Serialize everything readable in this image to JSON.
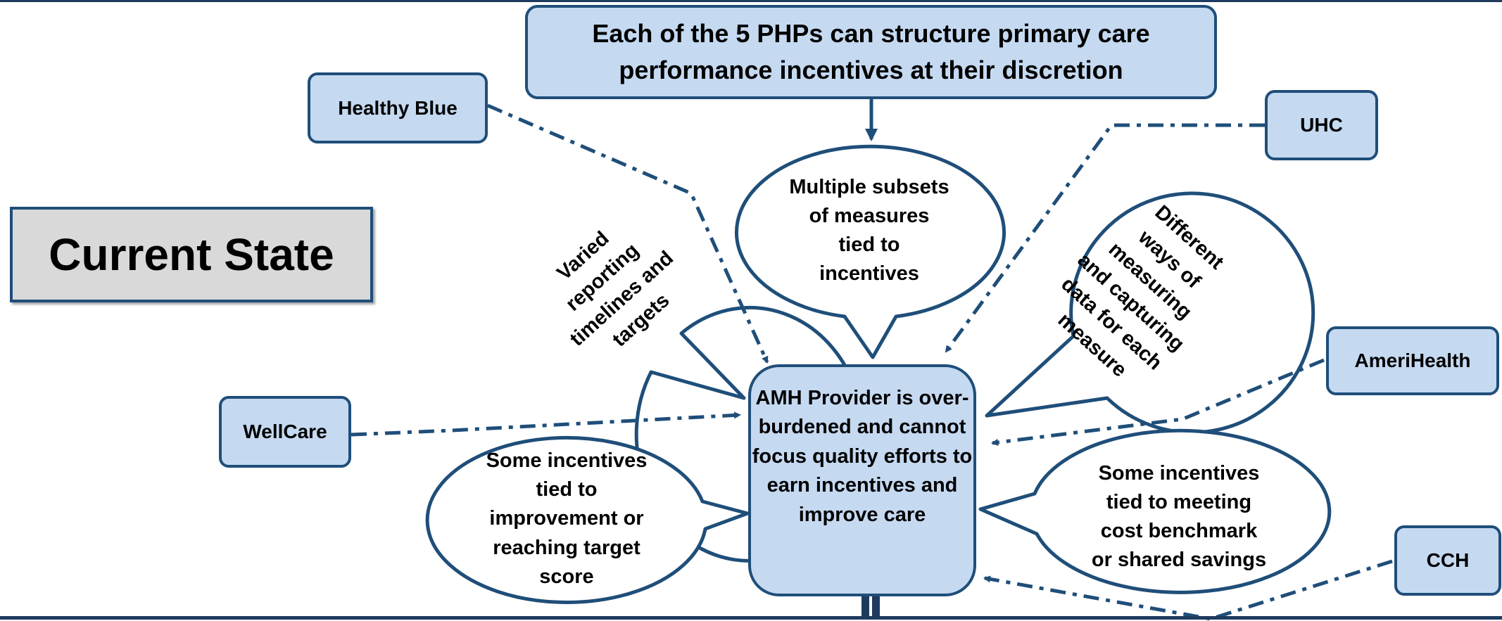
{
  "title": "Each of the 5 PHPs can structure primary care performance incentives at their discretion",
  "state_label": "Current State",
  "plans": {
    "healthy_blue": "Healthy Blue",
    "uhc": "UHC",
    "wellcare": "WellCare",
    "amerihealth": "AmeriHealth",
    "cch": "CCH"
  },
  "provider": "AMH Provider is over-burdened and cannot focus quality efforts to earn incentives and improve care",
  "bubbles": {
    "measures": "Multiple subsets\nof measures\ntied to\nincentives",
    "reporting": "Varied\nreporting\ntimelines and\ntargets",
    "measuring": "Different\nways of\nmeasuring\nand capturing\ndata for each\nmeasure",
    "improvement": "Some incentives\ntied to\nimprovement or\nreaching target\nscore",
    "cost": "Some incentives\ntied to meeting\ncost benchmark\nor shared savings"
  },
  "colors": {
    "box_fill": "#c5d9f1",
    "border": "#1f4e79",
    "state_fill": "#d9d9d9"
  },
  "icons": {
    "provider": "person-shrug-icon"
  }
}
